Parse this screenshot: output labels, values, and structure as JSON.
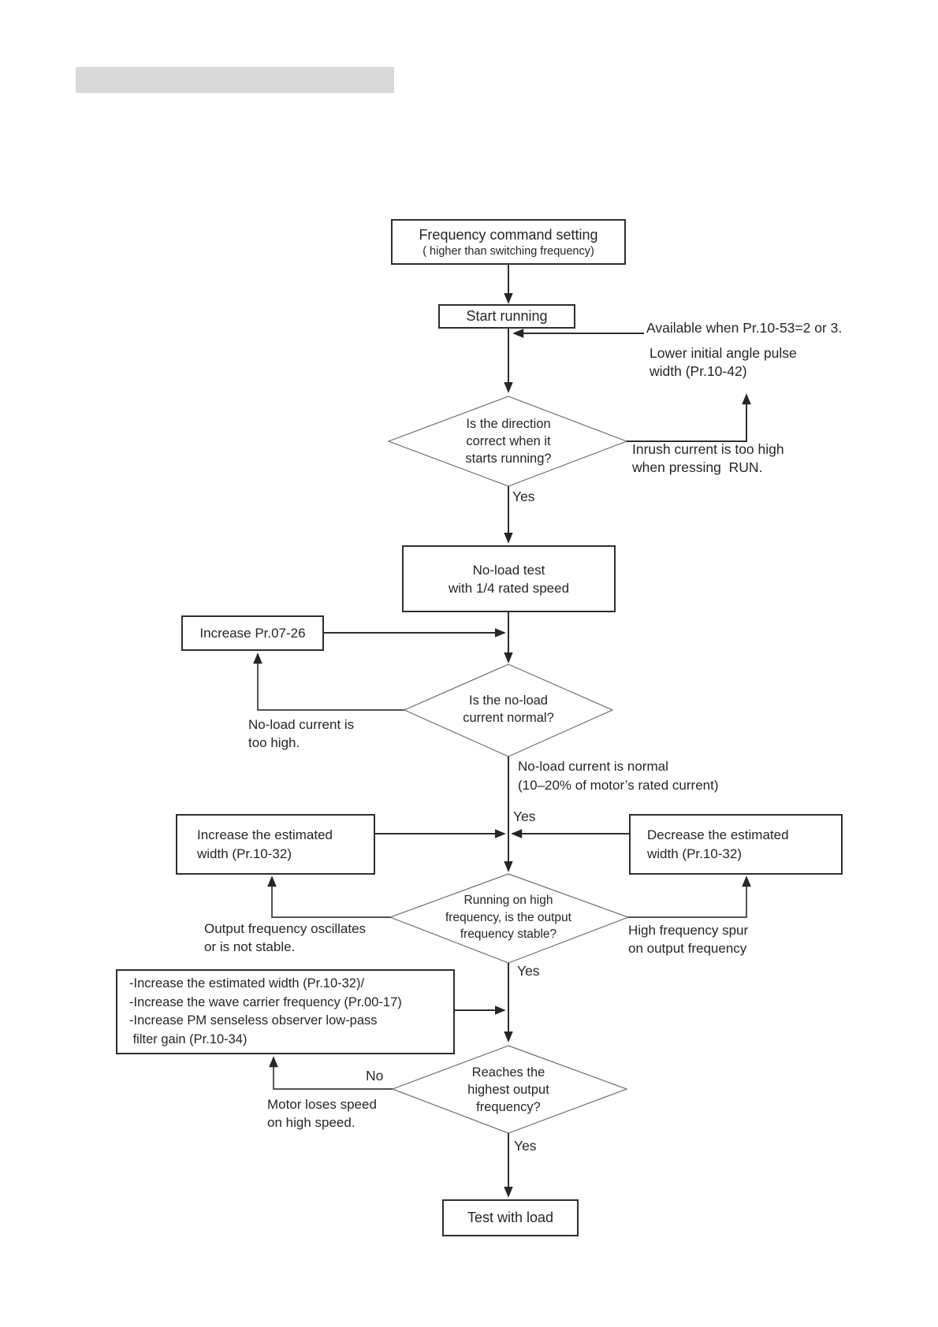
{
  "page": {
    "background": "#ffffff"
  },
  "header": {
    "bar_color": "#d9d9d9"
  },
  "nodes": {
    "freq_cmd_title": "Frequency command setting",
    "freq_cmd_sub": "( higher than switching frequency)",
    "start_running": "Start running",
    "dir_check": "Is the direction\ncorrect when it\nstarts running?",
    "no_load_test": "No-load test\nwith 1/4 rated speed",
    "increase_pr0726": "Increase Pr.07-26",
    "no_load_check": "Is the no-load\ncurrent normal?",
    "increase_width": "Increase the estimated\nwidth (Pr.10-32)",
    "decrease_width": "Decrease the estimated\nwidth (Pr.10-32)",
    "high_freq_check": "Running on high\nfrequency, is the output\nfrequency stable?",
    "remedies": "-Increase the estimated width (Pr.10-32)/\n-Increase the wave carrier frequency (Pr.00-17)\n-Increase PM senseless observer low-pass\n filter gain (Pr.10-34)",
    "reach_check": "Reaches the\nhighest output\nfrequency?",
    "test_with_load": "Test with load"
  },
  "annotations": {
    "available": "Available when Pr.10-53=2 or 3.",
    "lower_initial": "Lower initial angle pulse\nwidth (Pr.10-42)",
    "inrush": "Inrush current is too high\nwhen pressing  RUN.",
    "no_load_high": "No-load current is\ntoo high.",
    "no_load_normal": "No-load current is normal\n(10–20% of motor’s rated current)",
    "osc": "Output frequency oscillates\nor is not stable.",
    "spur": "High frequency spur\non output frequency",
    "loses_speed": "Motor loses speed\non high speed.",
    "yes1": "Yes",
    "yes2": "Yes",
    "yes3": "Yes",
    "yes4": "Yes",
    "no1": "No"
  }
}
